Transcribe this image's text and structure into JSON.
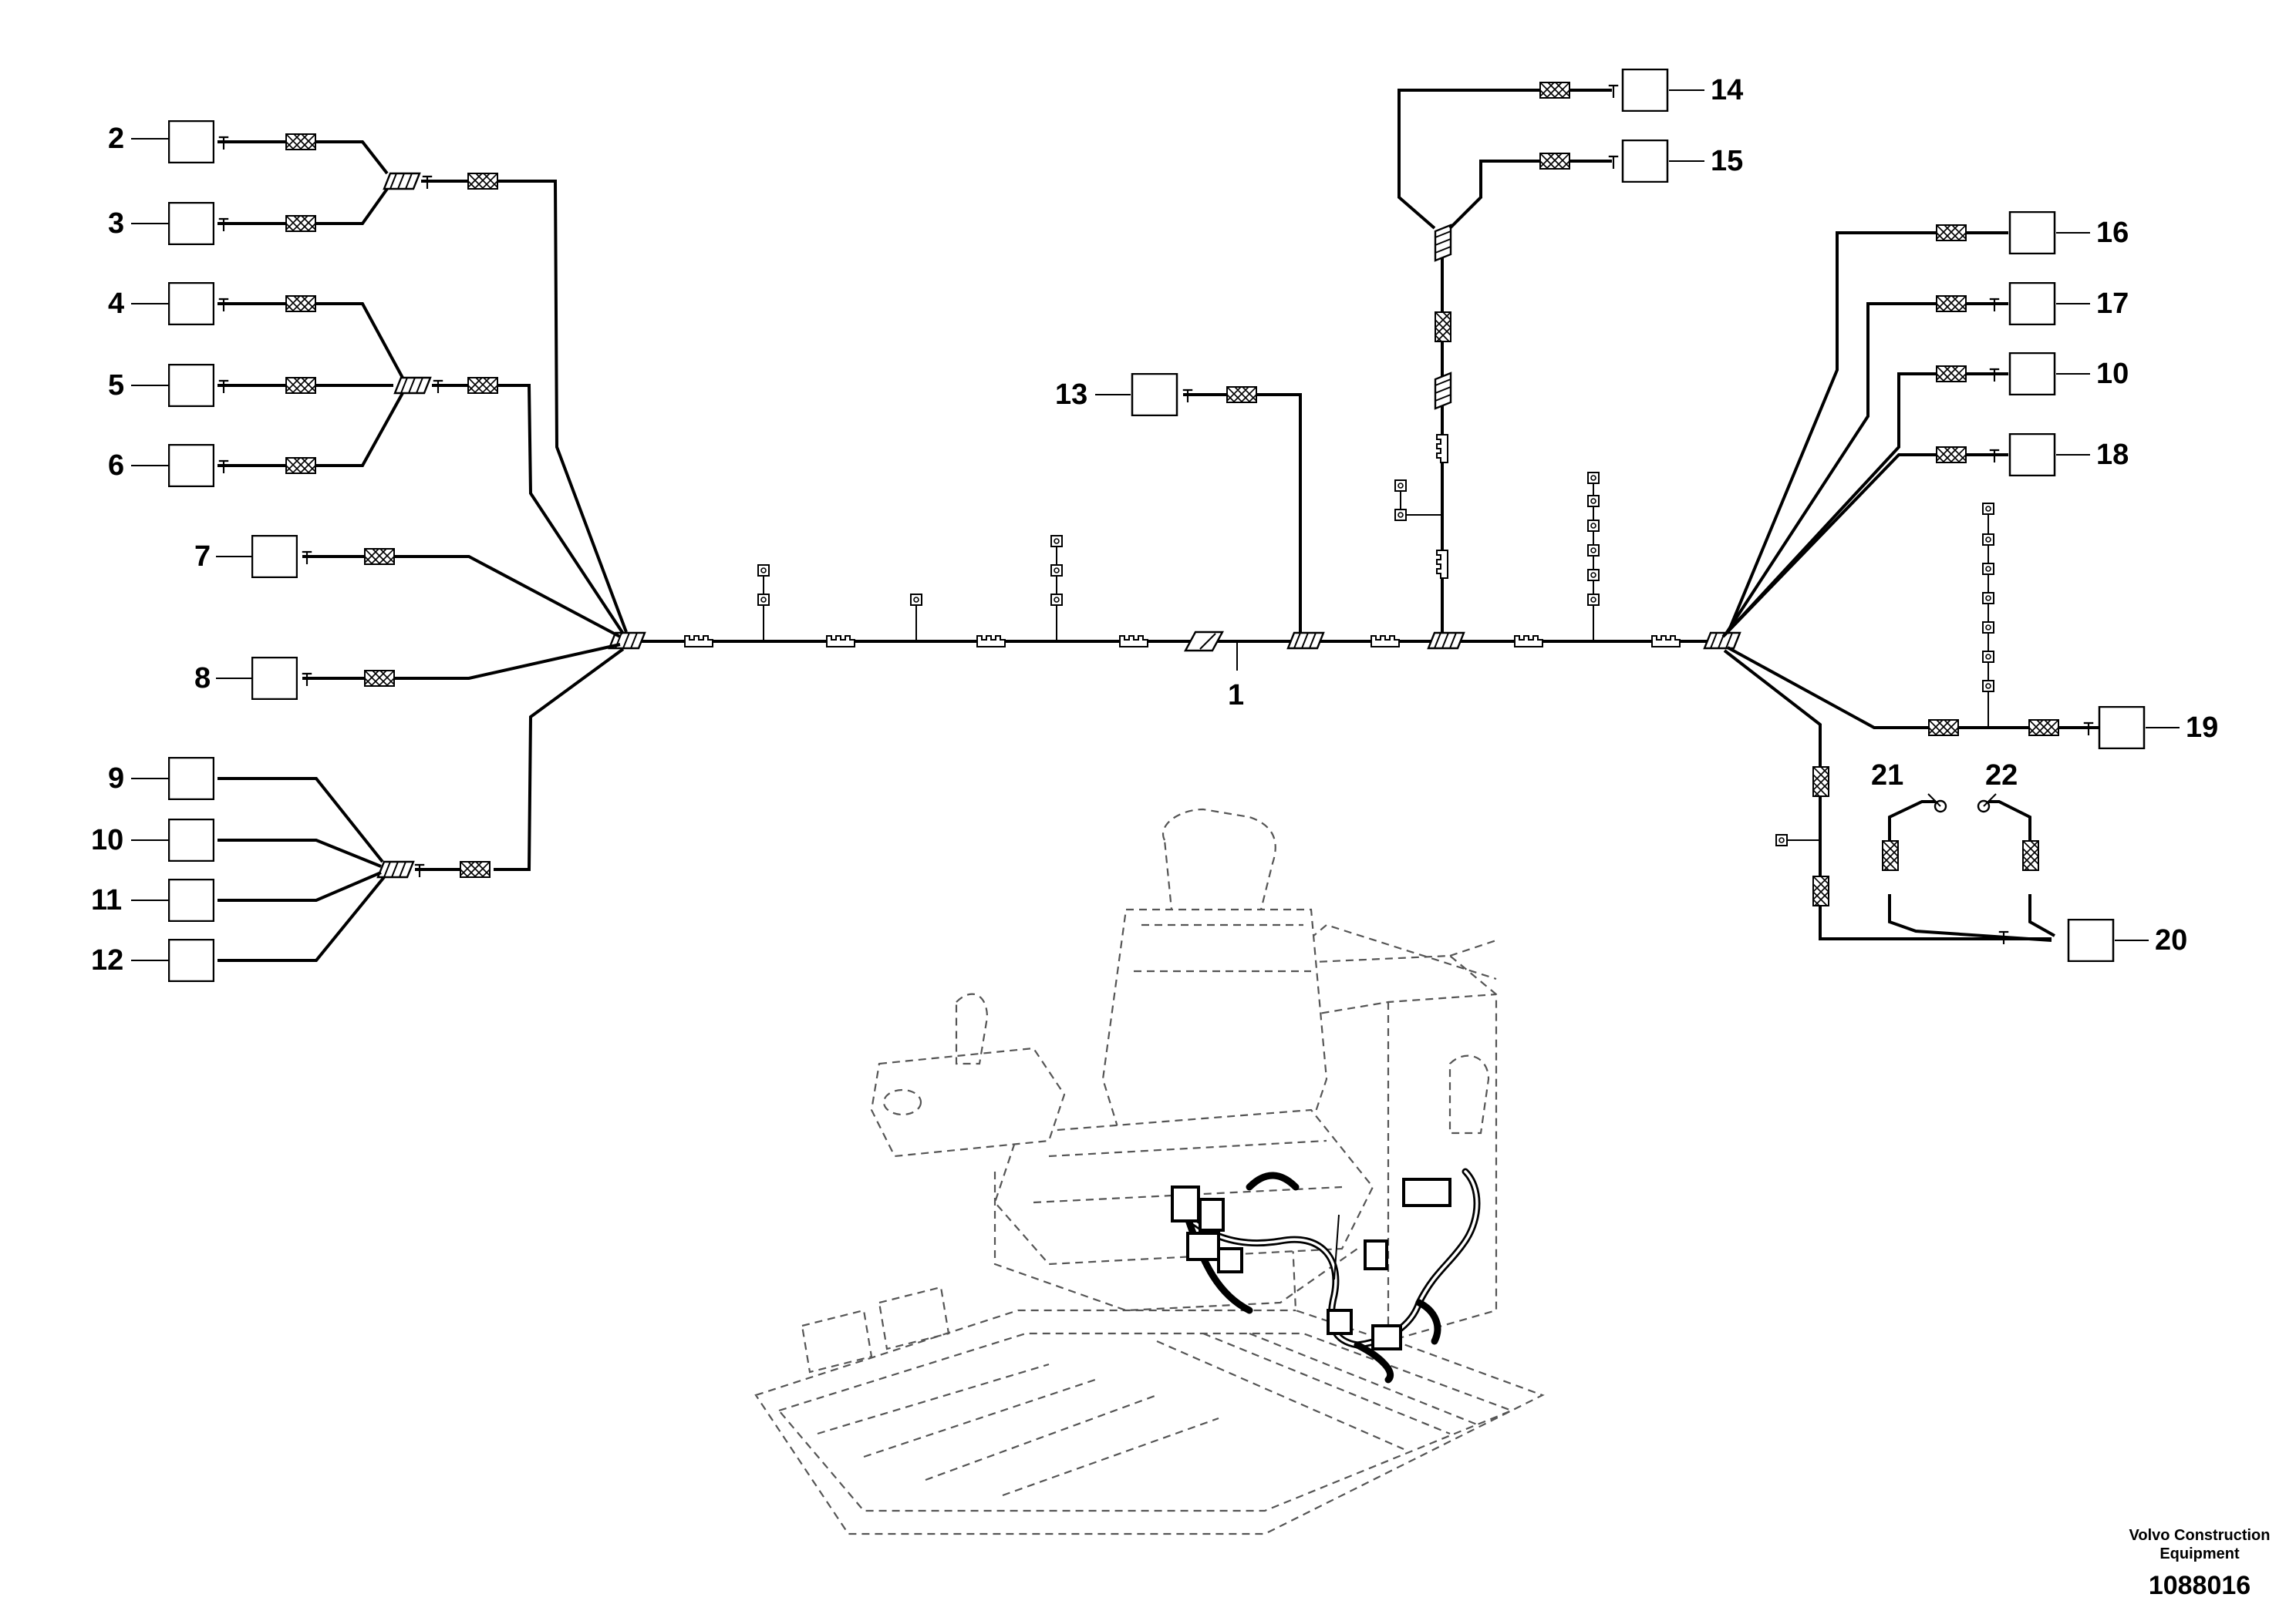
{
  "callouts": {
    "c1": "1",
    "c1b": "1",
    "c2": "2",
    "c3": "3",
    "c4": "4",
    "c5": "5",
    "c6": "6",
    "c7": "7",
    "c8": "8",
    "c9": "9",
    "c10a": "10",
    "c10b": "10",
    "c11": "11",
    "c12": "12",
    "c13": "13",
    "c14": "14",
    "c15": "15",
    "c16": "16",
    "c17": "17",
    "c18": "18",
    "c19": "19",
    "c20": "20",
    "c21": "21",
    "c22": "22"
  },
  "footer": {
    "company_line1": "Volvo Construction",
    "company_line2": "Equipment",
    "document_number": "1088016"
  }
}
